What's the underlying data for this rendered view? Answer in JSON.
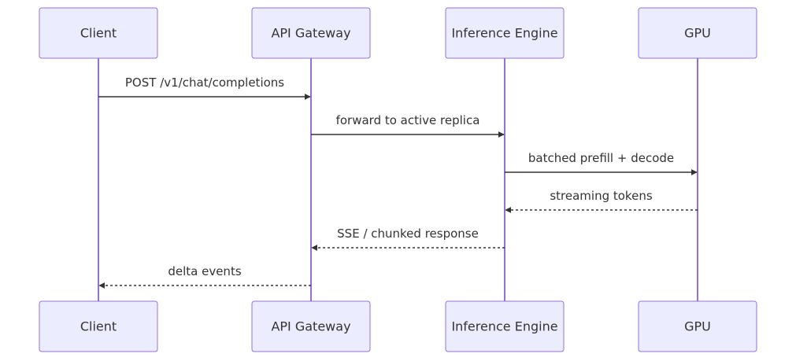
{
  "participants": [
    {
      "id": "client",
      "label": "Client"
    },
    {
      "id": "gateway",
      "label": "API Gateway"
    },
    {
      "id": "engine",
      "label": "Inference Engine"
    },
    {
      "id": "gpu",
      "label": "GPU"
    }
  ],
  "messages": [
    {
      "from": "client",
      "to": "gateway",
      "label": "POST /v1/chat/completions",
      "style": "solid"
    },
    {
      "from": "gateway",
      "to": "engine",
      "label": "forward to active replica",
      "style": "solid"
    },
    {
      "from": "engine",
      "to": "gpu",
      "label": "batched prefill + decode",
      "style": "solid"
    },
    {
      "from": "gpu",
      "to": "engine",
      "label": "streaming tokens",
      "style": "dashed"
    },
    {
      "from": "engine",
      "to": "gateway",
      "label": "SSE / chunked response",
      "style": "dashed"
    },
    {
      "from": "gateway",
      "to": "client",
      "label": "delta events",
      "style": "dashed"
    }
  ],
  "colors": {
    "actor_fill": "#ececff",
    "actor_stroke": "#9370db",
    "lifeline": "#9370db",
    "message": "#333333"
  }
}
